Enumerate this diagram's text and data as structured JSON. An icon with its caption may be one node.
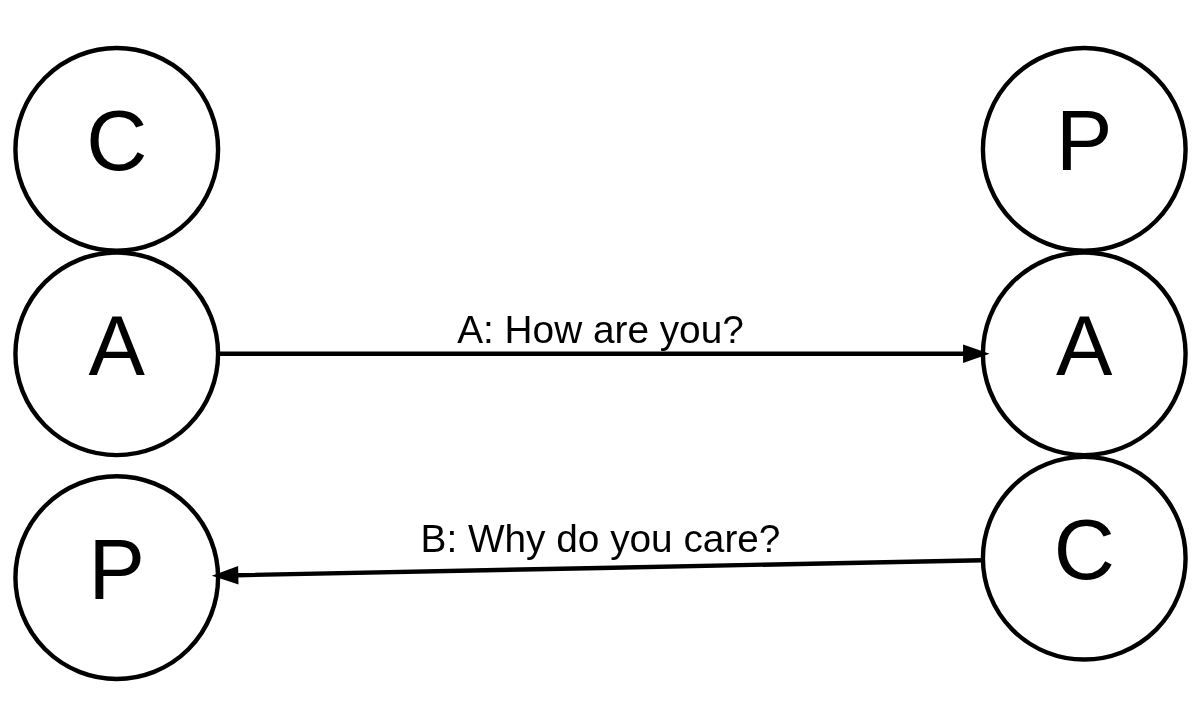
{
  "diagram": {
    "nodes": [
      {
        "text": [
          "P"
        ]
      },
      {
        "text": [
          "A"
        ]
      },
      {
        "text": [
          "C"
        ]
      },
      {
        "text": [
          "P"
        ]
      },
      {
        "text": [
          "A"
        ]
      },
      {
        "text": [
          "C"
        ]
      }
    ],
    "edges": [
      {
        "from": 1,
        "to": 4,
        "arrow": "to",
        "label": "A: How are you?"
      },
      {
        "from": 5,
        "to": 0,
        "arrow": "to",
        "label": "B: Why do you care?"
      }
    ]
  }
}
